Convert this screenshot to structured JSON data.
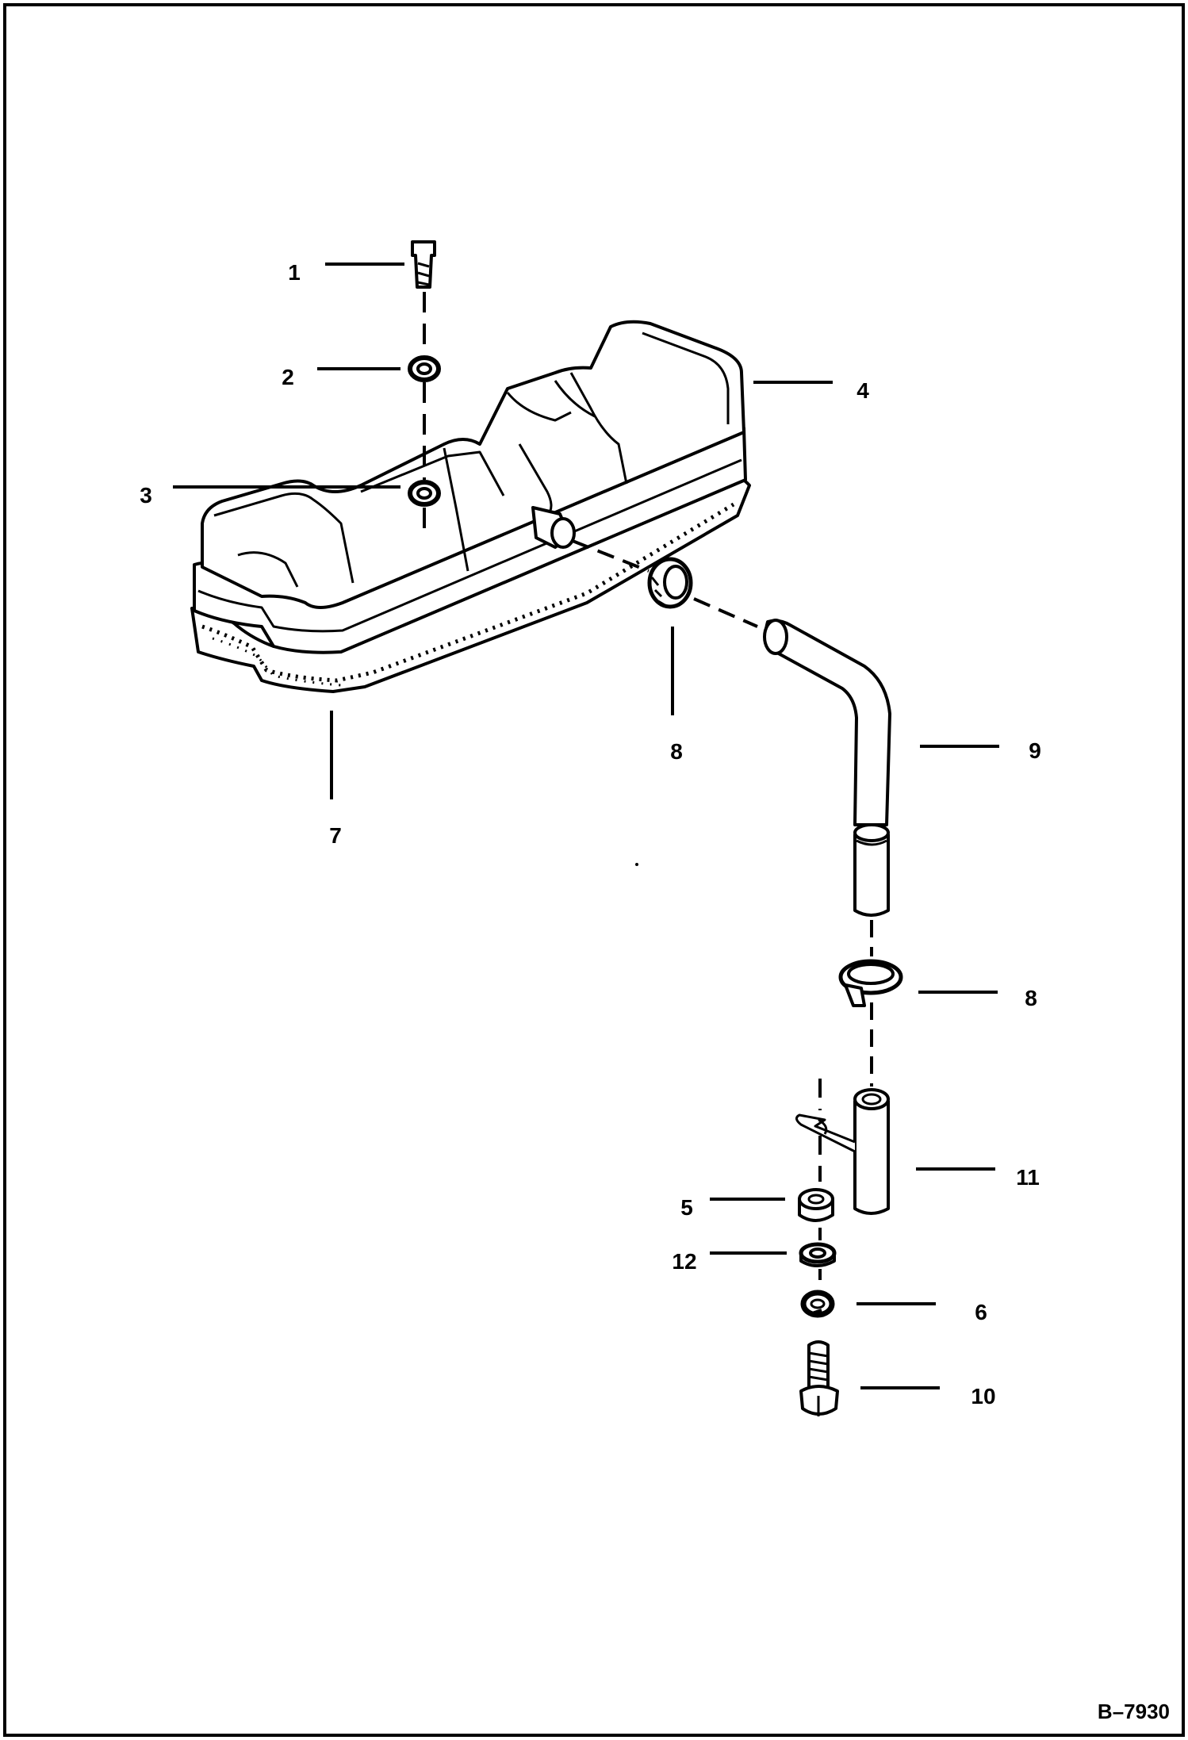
{
  "figure_id": "B–7930",
  "callouts": [
    {
      "id": "c1",
      "label": "1"
    },
    {
      "id": "c2",
      "label": "2"
    },
    {
      "id": "c3",
      "label": "3"
    },
    {
      "id": "c4",
      "label": "4"
    },
    {
      "id": "c7",
      "label": "7"
    },
    {
      "id": "c8a",
      "label": "8"
    },
    {
      "id": "c9",
      "label": "9"
    },
    {
      "id": "c8b",
      "label": "8"
    },
    {
      "id": "c11",
      "label": "11"
    },
    {
      "id": "c5",
      "label": "5"
    },
    {
      "id": "c12",
      "label": "12"
    },
    {
      "id": "c6",
      "label": "6"
    },
    {
      "id": "c10",
      "label": "10"
    }
  ]
}
